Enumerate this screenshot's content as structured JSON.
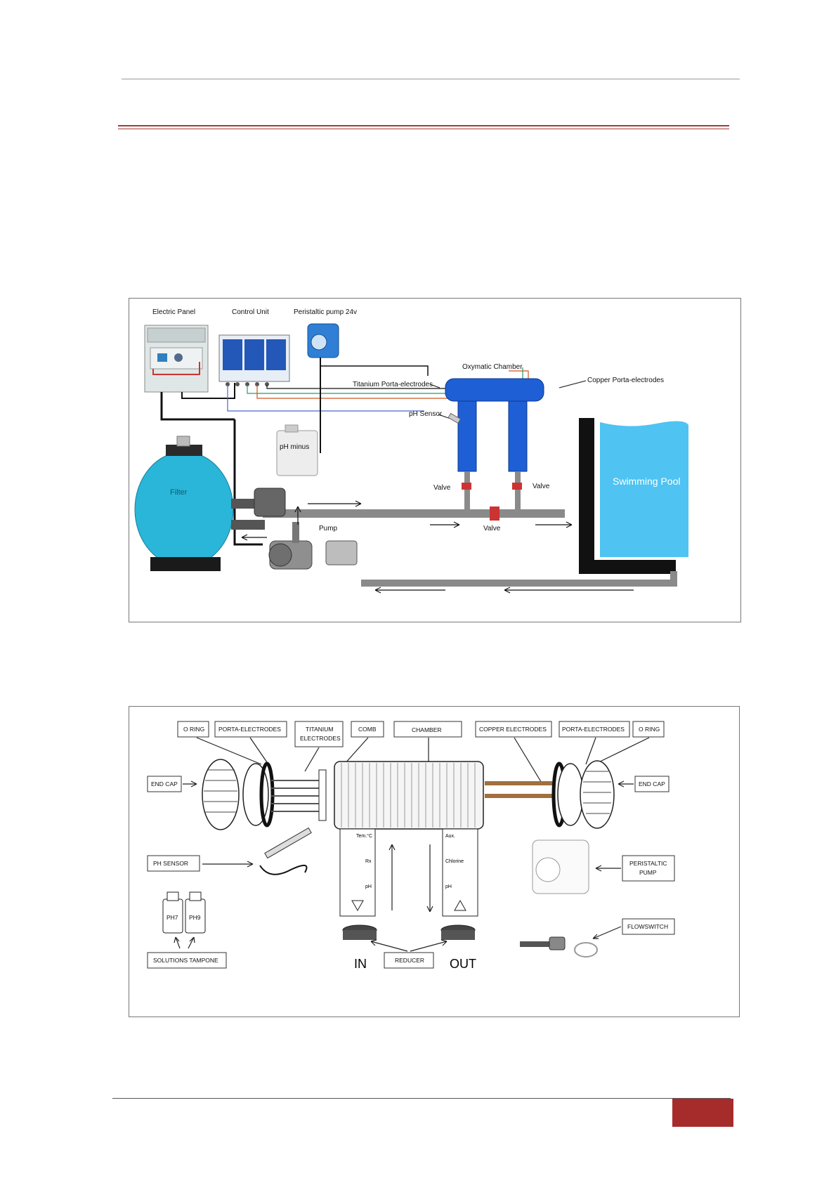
{
  "installation": {
    "labels": {
      "electric_panel": "Electric Panel",
      "control_unit": "Control Unit",
      "peristaltic_pump": "Peristaltic pump 24v",
      "oxymatic_chamber": "Oxymatic Chamber",
      "titanium_porta_electrodes": "Titanium Porta-electrodes",
      "copper_porta_electrodes": "Copper Porta-electrodes",
      "ph_sensor": "pH Sensor",
      "ph_minus": "pH minus",
      "valve_left": "Valve",
      "valve_right": "Valve",
      "valve_bottom": "Valve",
      "filter": "Filter",
      "pump": "Pump",
      "swimming_pool": "Swimming Pool"
    },
    "colors": {
      "pool_water": "#4fc3f2",
      "filter_tank": "#29b6d8",
      "chamber": "#1e5fd6",
      "pipe": "#777777"
    }
  },
  "parts": {
    "labels": {
      "o_ring_left": "O RING",
      "porta_electrodes_left": "PORTA-ELECTRODES",
      "titanium_electrodes_1": "TITANIUM",
      "titanium_electrodes_2": "ELECTRODES",
      "comb": "COMB",
      "chamber": "CHAMBER",
      "copper_electrodes": "COPPER ELECTRODES",
      "porta_electrodes_right": "PORTA-ELECTRODES",
      "o_ring_right": "O RING",
      "end_cap_left": "END CAP",
      "end_cap_right": "END CAP",
      "ph_sensor": "PH SENSOR",
      "peristaltic_pump_1": "PERISTALTIC",
      "peristaltic_pump_2": "PUMP",
      "flow_switch": "FLOWSWITCH",
      "ph7": "PH7",
      "ph9": "PH9",
      "solutions_tampone": "SOLUTIONS TAMPONE",
      "reducer": "REDUCER",
      "in": "IN",
      "out": "OUT",
      "temp_sensor": "Tem.°C",
      "rx": "Rx",
      "ph_left": "pH",
      "aux": "Aux.",
      "chlorine_injector": "Chlorine",
      "ph_injector": "pH"
    }
  }
}
